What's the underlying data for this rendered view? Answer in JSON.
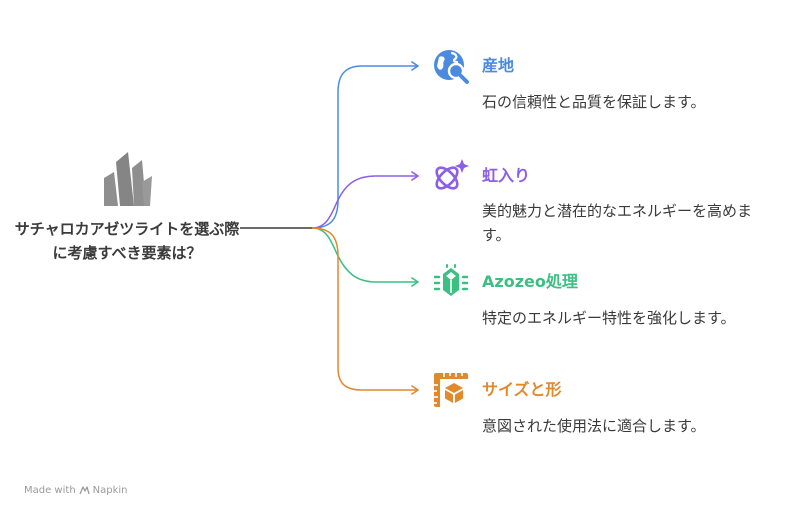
{
  "central": {
    "title": "サチャロカアゼツライトを選ぶ際に考慮すべき要素は？",
    "icon": "crystal-cluster-icon"
  },
  "branches": [
    {
      "title": "産地",
      "description": "石の信頼性と品質を保証します。",
      "color": "#4a8be0",
      "icon": "globe-search-icon"
    },
    {
      "title": "虹入り",
      "description": "美的魅力と潜在的なエネルギーを高めます。",
      "color": "#8c5fe6",
      "icon": "rainbow-orbit-sparkle-icon"
    },
    {
      "title": "Azozeo処理",
      "description": "特定のエネルギー特性を強化します。",
      "color": "#3bbf82",
      "icon": "crystal-energy-icon"
    },
    {
      "title": "サイズと形",
      "description": "意図された使用法に適合します。",
      "color": "#e08a2c",
      "icon": "box-ruler-icon"
    }
  ],
  "footer": {
    "text": "Made with",
    "brand": "Napkin"
  }
}
